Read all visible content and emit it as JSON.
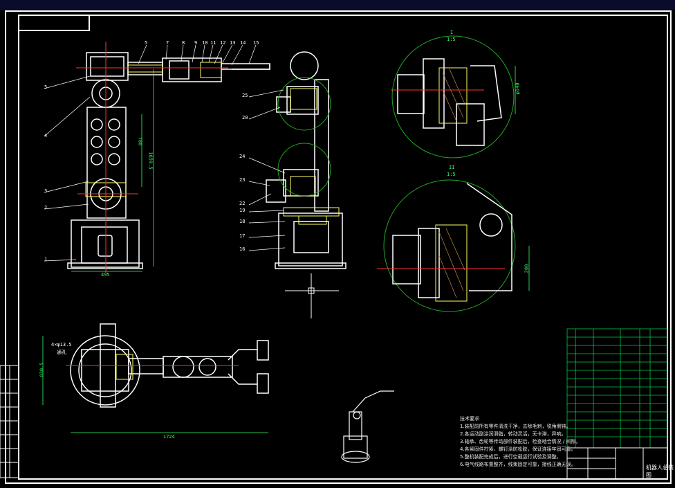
{
  "drawing": {
    "title_block_text": "机器人总装图",
    "part_numbers_top": [
      "5",
      "7",
      "8",
      "9",
      "10",
      "11",
      "12",
      "13",
      "14",
      "15"
    ],
    "part_numbers_left": [
      "5",
      "4",
      "3",
      "2",
      "1"
    ],
    "part_numbers_mid": [
      "25",
      "20",
      "24",
      "23",
      "22",
      "19",
      "18",
      "17",
      "16"
    ],
    "dimensions": {
      "height_small": "780",
      "height_total": "1659.5",
      "base_width": "495",
      "plan_width": "1724",
      "plan_depth": "830.5",
      "plan_hole_note": "4×φ13.5",
      "plan_hole_sub": "通孔",
      "detail_a_dim": "φ140",
      "detail_b_dim": "200"
    },
    "detail_labels": {
      "a_letter": "I",
      "a_scale": "1:5",
      "b_letter": "II",
      "b_scale": "1:5"
    },
    "tech_notes": [
      "技术要求",
      "1.装配前所有零件清洗干净，去除毛刺，锐角倒钝。",
      "2.各运动副涂润滑脂，转动灵活，无卡滞，异响。",
      "3.轴承、齿轮等传动部件装配后，检查啮合情况 / 间隙。",
      "4.各紧固件拧紧，螺钉涂防松胶，保证连接牢固可靠。",
      "5.整机装配完成后，进行空载运行试验及调整。",
      "6.电气线路布置整齐，线束固定可靠，接线正确无误。"
    ]
  },
  "colors": {
    "outline": "#ffffff",
    "accent": "#ffff66",
    "center": "#ff3333",
    "dim": "#33ff66",
    "detail": "#22aa22",
    "bom": "#00cc44"
  }
}
